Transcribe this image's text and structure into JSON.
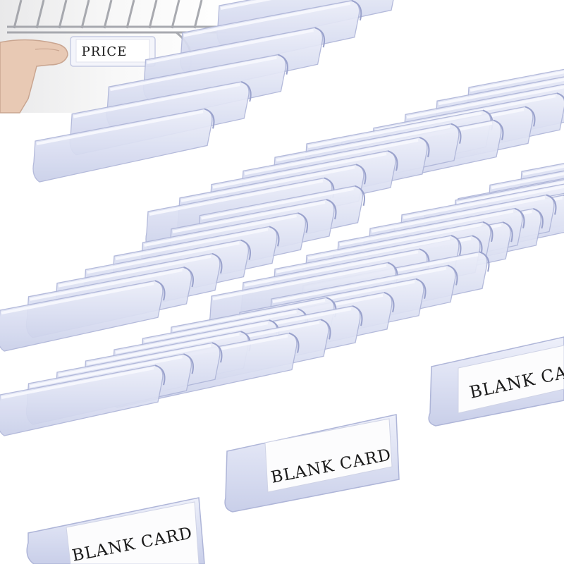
{
  "inset_label": "PRICE",
  "card_label": "BLANK CARD",
  "card_label_cropped": "BLANK CA",
  "colors": {
    "background": "#ffffff",
    "plastic": "#dfe3f4",
    "plastic_edge": "#aeb5d8",
    "plastic_highlight": "#f6f7fd",
    "card_text": "#1a1a1a"
  }
}
